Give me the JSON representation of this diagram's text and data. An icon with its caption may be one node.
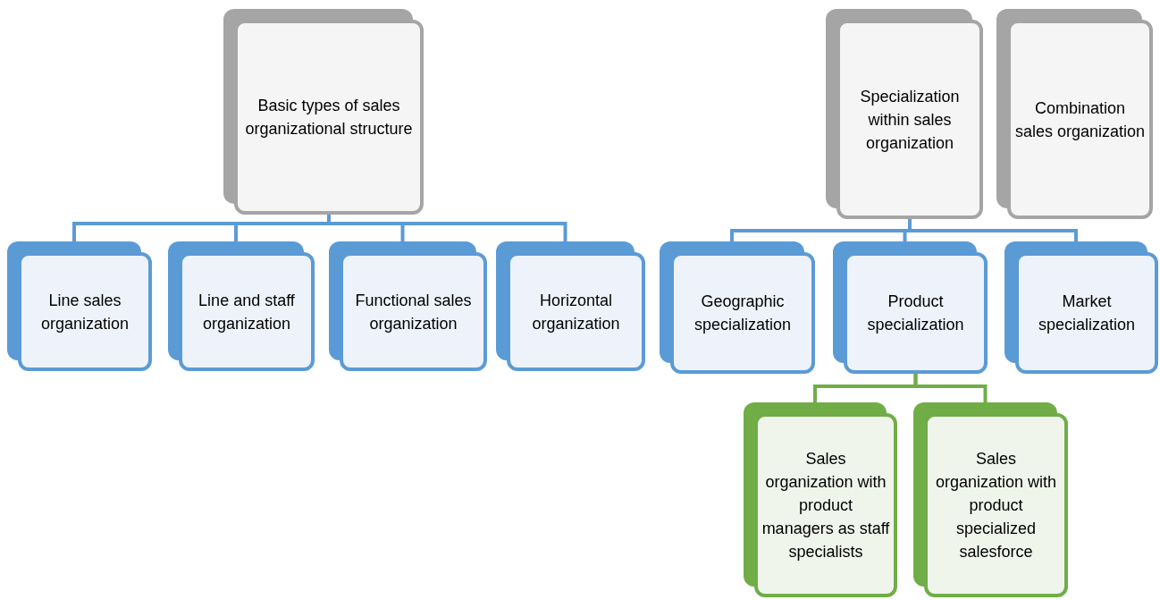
{
  "diagram": {
    "nodes": [
      {
        "text": [
          "Basic types of sales organizational structure"
        ]
      },
      {
        "text": [
          "Line sales organization"
        ]
      },
      {
        "text": [
          "Line  and staff organization"
        ]
      },
      {
        "text": [
          "Functional sales organization"
        ]
      },
      {
        "text": [
          "Horizontal organization"
        ]
      },
      {
        "text": [
          "Specialization within sales organization"
        ]
      },
      {
        "text": [
          "Combination sales organization"
        ]
      },
      {
        "text": [
          "Geographic specialization"
        ]
      },
      {
        "text": [
          "Product specialization"
        ]
      },
      {
        "text": [
          "Market specialization"
        ]
      },
      {
        "text": [
          "Sales organization with product managers as staff specialists"
        ]
      },
      {
        "text": [
          "Sales organization with product specialized salesforce"
        ]
      }
    ],
    "edges": [
      {
        "from": 0,
        "to": 1,
        "arrow": "none"
      },
      {
        "from": 0,
        "to": 2,
        "arrow": "none"
      },
      {
        "from": 0,
        "to": 3,
        "arrow": "none"
      },
      {
        "from": 0,
        "to": 4,
        "arrow": "none"
      },
      {
        "from": 5,
        "to": 7,
        "arrow": "none"
      },
      {
        "from": 5,
        "to": 8,
        "arrow": "none"
      },
      {
        "from": 5,
        "to": 9,
        "arrow": "none"
      },
      {
        "from": 8,
        "to": 10,
        "arrow": "none",
        "color": "#70ad47"
      },
      {
        "from": 8,
        "to": 11,
        "arrow": "none",
        "color": "#70ad47"
      }
    ]
  }
}
